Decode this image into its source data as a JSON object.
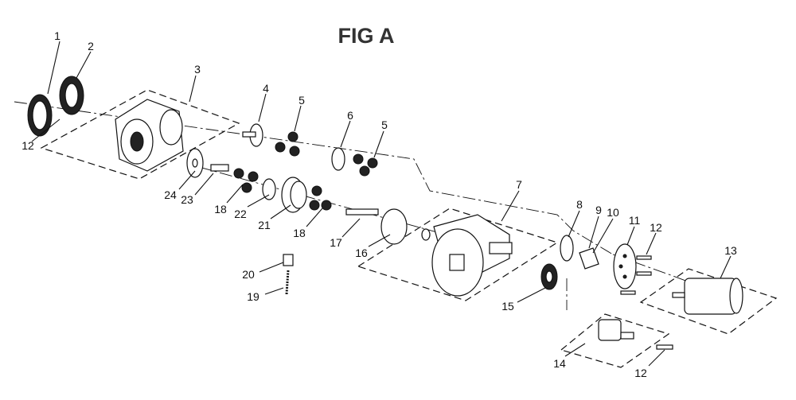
{
  "title": "FIG A",
  "callouts": [
    "1",
    "2",
    "3",
    "4",
    "5",
    "6",
    "5",
    "7",
    "8",
    "9",
    "10",
    "11",
    "12",
    "13",
    "12",
    "14",
    "15",
    "16",
    "17",
    "18",
    "18",
    "19",
    "20",
    "21",
    "22",
    "23",
    "24",
    "12"
  ]
}
